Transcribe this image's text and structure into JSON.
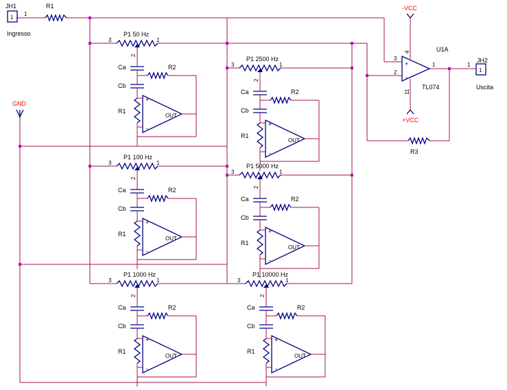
{
  "connectors": {
    "input": {
      "ref": "JH1",
      "pin": "1",
      "caption": "Ingresso"
    },
    "output": {
      "ref": "JH2",
      "pin": "1",
      "caption": "Uscita"
    }
  },
  "resistors": {
    "input": "R1",
    "feedback": "R3"
  },
  "main_opamp": {
    "ref": "U1A",
    "part": "TL074",
    "pin_noninv": "3",
    "pin_inv": "2",
    "pin_out": "1",
    "pin_vneg": "4",
    "pin_vpos": "11",
    "plus": "+",
    "minus": "-"
  },
  "power": {
    "neg": "-VCC",
    "pos": "+VCC"
  },
  "ground": {
    "label": "GND"
  },
  "band_labels": {
    "cap_a": "Ca",
    "cap_b": "Cb",
    "res_1": "R1",
    "res_2": "R2",
    "out": "OUT",
    "plus": "+",
    "minus": "-",
    "pot_pin_a": "3",
    "pot_pin_b": "1",
    "pot_wiper": "2"
  },
  "bands": [
    {
      "label": "P1 50 Hz"
    },
    {
      "label": "P1 2500 Hz"
    },
    {
      "label": "P1 100 Hz"
    },
    {
      "label": "P1 5000 Hz"
    },
    {
      "label": "P1 1000 Hz"
    },
    {
      "label": "P1 10000 Hz"
    }
  ]
}
